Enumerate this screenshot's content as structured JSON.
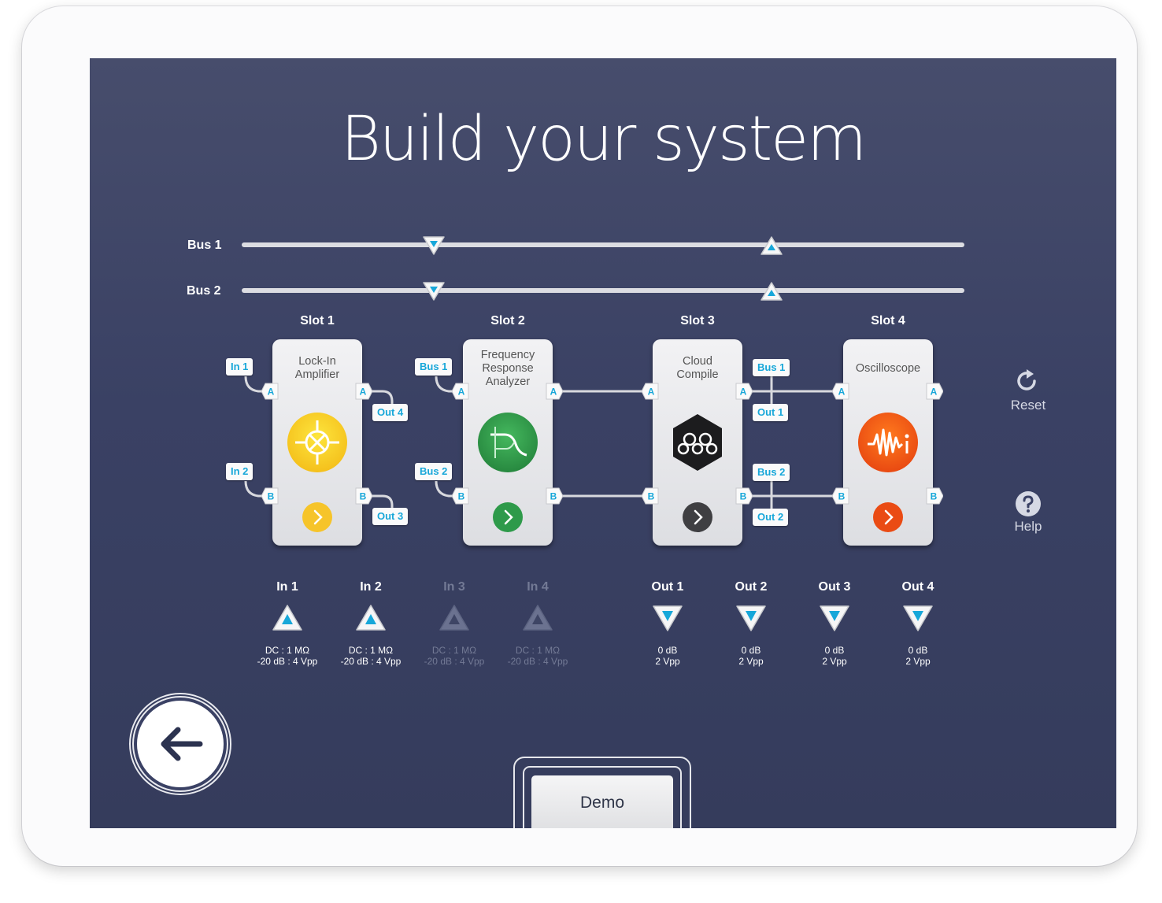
{
  "title": "Build your system",
  "buses": [
    {
      "label": "Bus 1"
    },
    {
      "label": "Bus 2"
    }
  ],
  "slots": [
    {
      "label": "Slot 1",
      "instrument": "Lock-In Amplifier",
      "color": "#f2c21a",
      "icon": "lock-in-icon"
    },
    {
      "label": "Slot 2",
      "instrument": "Frequency Response Analyzer",
      "color": "#2e9a4a",
      "icon": "fra-icon"
    },
    {
      "label": "Slot 3",
      "instrument": "Cloud Compile",
      "color": "#222222",
      "icon": "cloud-compile-icon"
    },
    {
      "label": "Slot 4",
      "instrument": "Oscilloscope",
      "color": "#ea4b14",
      "icon": "oscilloscope-icon"
    }
  ],
  "ports": {
    "a": "A",
    "b": "B"
  },
  "tags": {
    "s1_in1": "In 1",
    "s1_in2": "In 2",
    "s1_out4": "Out 4",
    "s1_out3": "Out 3",
    "s2_bus1": "Bus 1",
    "s2_bus2": "Bus 2",
    "s3_bus1": "Bus 1",
    "s3_out1": "Out 1",
    "s3_bus2": "Bus 2",
    "s3_out2": "Out 2"
  },
  "inputs": [
    {
      "label": "In 1",
      "line1": "DC : 1 MΩ",
      "line2": "-20 dB : 4 Vpp",
      "enabled": true
    },
    {
      "label": "In 2",
      "line1": "DC : 1 MΩ",
      "line2": "-20 dB : 4 Vpp",
      "enabled": true
    },
    {
      "label": "In 3",
      "line1": "DC : 1 MΩ",
      "line2": "-20 dB : 4 Vpp",
      "enabled": false
    },
    {
      "label": "In 4",
      "line1": "DC : 1 MΩ",
      "line2": "-20 dB : 4 Vpp",
      "enabled": false
    }
  ],
  "outputs": [
    {
      "label": "Out 1",
      "line1": "0 dB",
      "line2": "2 Vpp"
    },
    {
      "label": "Out 2",
      "line1": "0 dB",
      "line2": "2 Vpp"
    },
    {
      "label": "Out 3",
      "line1": "0 dB",
      "line2": "2 Vpp"
    },
    {
      "label": "Out 4",
      "line1": "0 dB",
      "line2": "2 Vpp"
    }
  ],
  "reset_label": "Reset",
  "help_label": "Help",
  "demo_label": "Demo",
  "colors": {
    "background": "#3a4164",
    "accent": "#17a7d9"
  }
}
